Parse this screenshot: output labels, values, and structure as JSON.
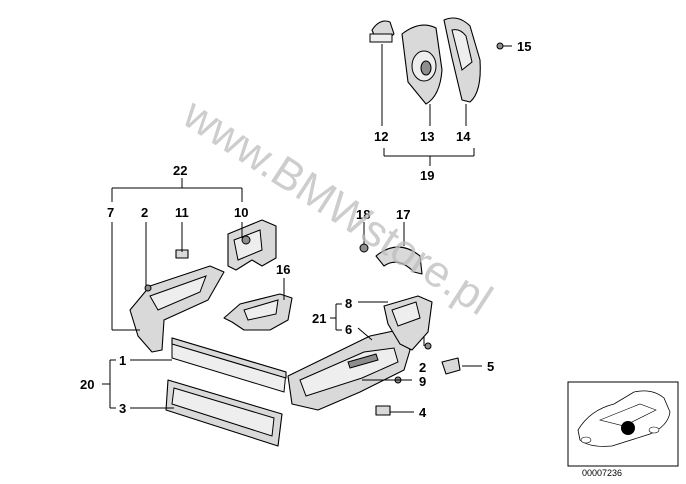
{
  "watermark": "www.BMWstore.pl",
  "thumbnail_code": "00007236",
  "callouts": {
    "c1": "1",
    "c2a": "2",
    "c2b": "2",
    "c3": "3",
    "c4": "4",
    "c5": "5",
    "c6": "6",
    "c7": "7",
    "c8": "8",
    "c9": "9",
    "c10": "10",
    "c11": "11",
    "c12": "12",
    "c13": "13",
    "c14": "14",
    "c15": "15",
    "c16": "16",
    "c17": "17",
    "c18": "18",
    "c19": "19",
    "c20": "20",
    "c21": "21",
    "c22": "22"
  }
}
